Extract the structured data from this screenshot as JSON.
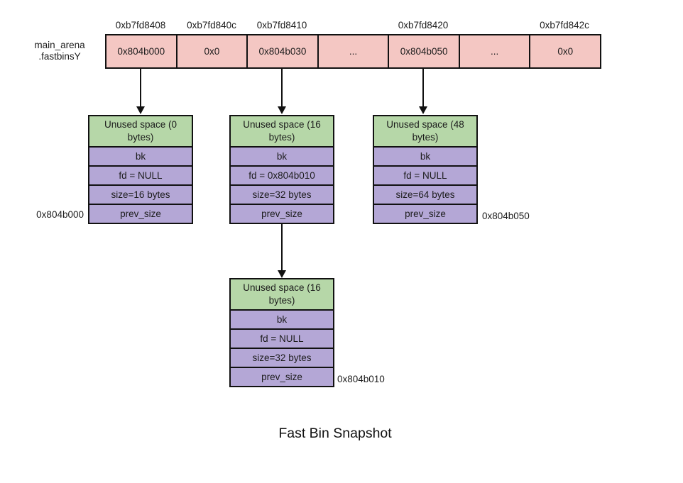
{
  "title": "Fast Bin Snapshot",
  "colors": {
    "cell-pink": "#f4c7c3",
    "chunk-green": "#b6d7a8",
    "chunk-purple": "#b4a7d6",
    "line": "#111111"
  },
  "arena": {
    "label_line1": "main_arena",
    "label_line2": ".fastbinsY"
  },
  "fastbins": {
    "cells": [
      {
        "address": "0xb7fd8408",
        "value": "0x804b000"
      },
      {
        "address": "0xb7fd840c",
        "value": "0x0"
      },
      {
        "address": "0xb7fd8410",
        "value": "0x804b030"
      },
      {
        "address": "",
        "value": "..."
      },
      {
        "address": "0xb7fd8420",
        "value": "0x804b050"
      },
      {
        "address": "",
        "value": "..."
      },
      {
        "address": "0xb7fd842c",
        "value": "0x0"
      }
    ]
  },
  "chunks": [
    {
      "header": "Unused space (0 bytes)",
      "rows": [
        "bk",
        "fd = NULL",
        "size=16 bytes",
        "prev_size"
      ],
      "address_label": "0x804b000"
    },
    {
      "header": "Unused space (16 bytes)",
      "rows": [
        "bk",
        "fd = 0x804b010",
        "size=32 bytes",
        "prev_size"
      ],
      "address_label": ""
    },
    {
      "header": "Unused space (48 bytes)",
      "rows": [
        "bk",
        "fd = NULL",
        "size=64 bytes",
        "prev_size"
      ],
      "address_label": "0x804b050"
    },
    {
      "header": "Unused space (16 bytes)",
      "rows": [
        "bk",
        "fd = NULL",
        "size=32 bytes",
        "prev_size"
      ],
      "address_label": "0x804b010"
    }
  ]
}
